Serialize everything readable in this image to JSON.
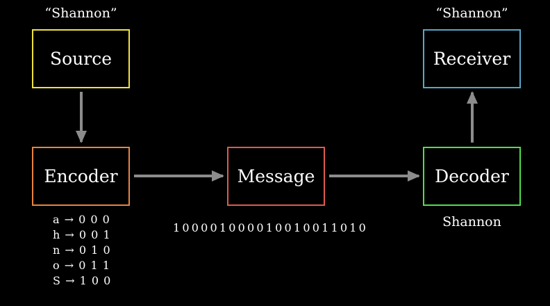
{
  "nodes": {
    "source": {
      "label": "Source",
      "caption": "“Shannon”",
      "color": "#f1e23e"
    },
    "encoder": {
      "label": "Encoder",
      "color": "#e9843f"
    },
    "message": {
      "label": "Message",
      "color": "#e05a4e"
    },
    "decoder": {
      "label": "Decoder",
      "caption": "Shannon",
      "color": "#4fe04a"
    },
    "receiver": {
      "label": "Receiver",
      "caption": "“Shannon”",
      "color": "#56a8c6"
    }
  },
  "code_table": [
    {
      "symbol": "a",
      "arrow": "→",
      "code": "0 0 0"
    },
    {
      "symbol": "h",
      "arrow": "→",
      "code": "0 0 1"
    },
    {
      "symbol": "n",
      "arrow": "→",
      "code": "0 1 0"
    },
    {
      "symbol": "o",
      "arrow": "→",
      "code": "0 1 1"
    },
    {
      "symbol": "S",
      "arrow": "→",
      "code": "1 0 0"
    }
  ],
  "encoded_message": "100001000010010011010",
  "arrow_color": "#8c8c8c"
}
